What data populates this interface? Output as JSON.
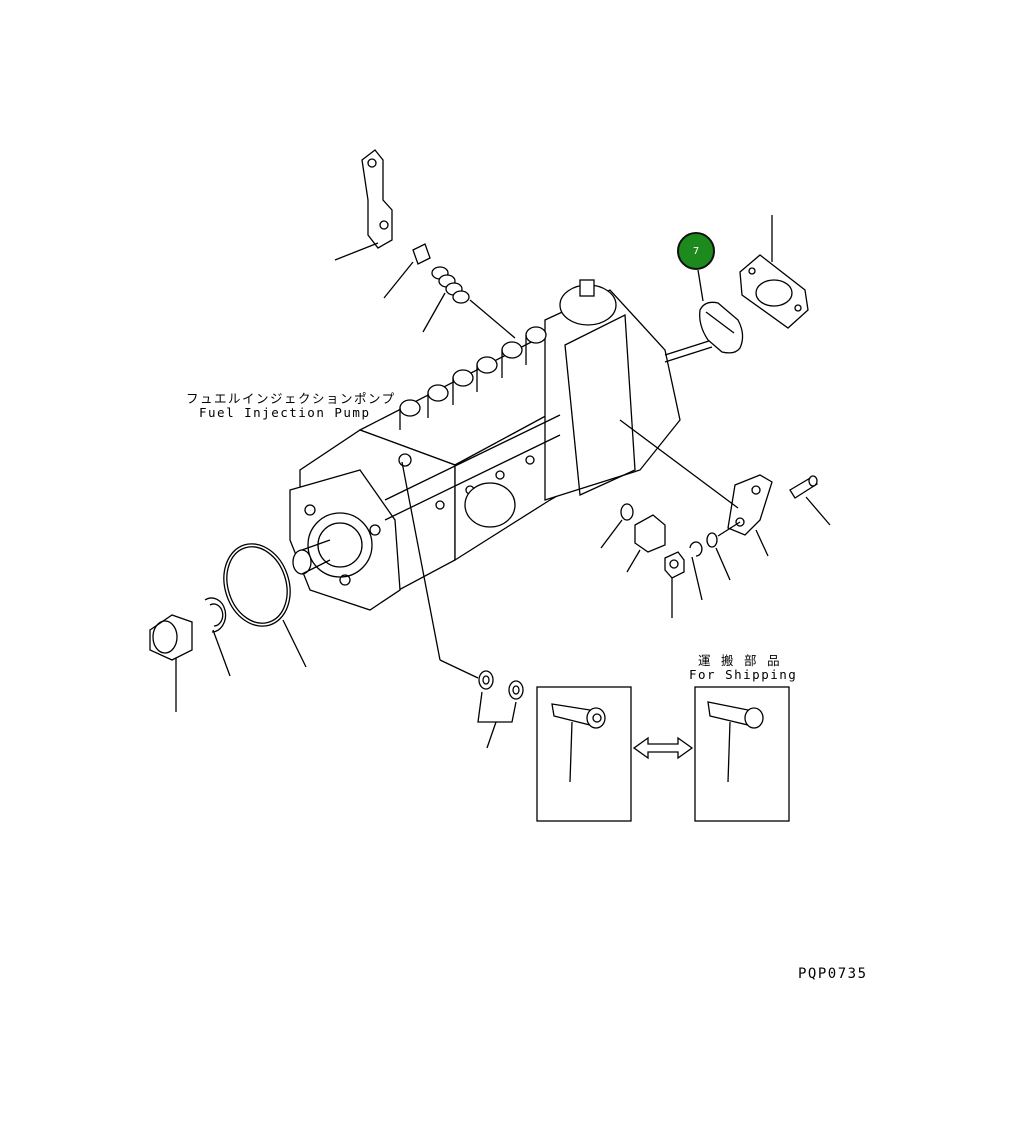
{
  "pump_label_jp": "フュエルインジェクションポンプ",
  "pump_label_en": "Fuel Injection Pump",
  "shipping_label_jp": "運 搬 部 品",
  "shipping_label_en": "For Shipping",
  "drawing_code": "PQP0735",
  "callout": {
    "number": "7",
    "color": "#1c8a1c"
  }
}
